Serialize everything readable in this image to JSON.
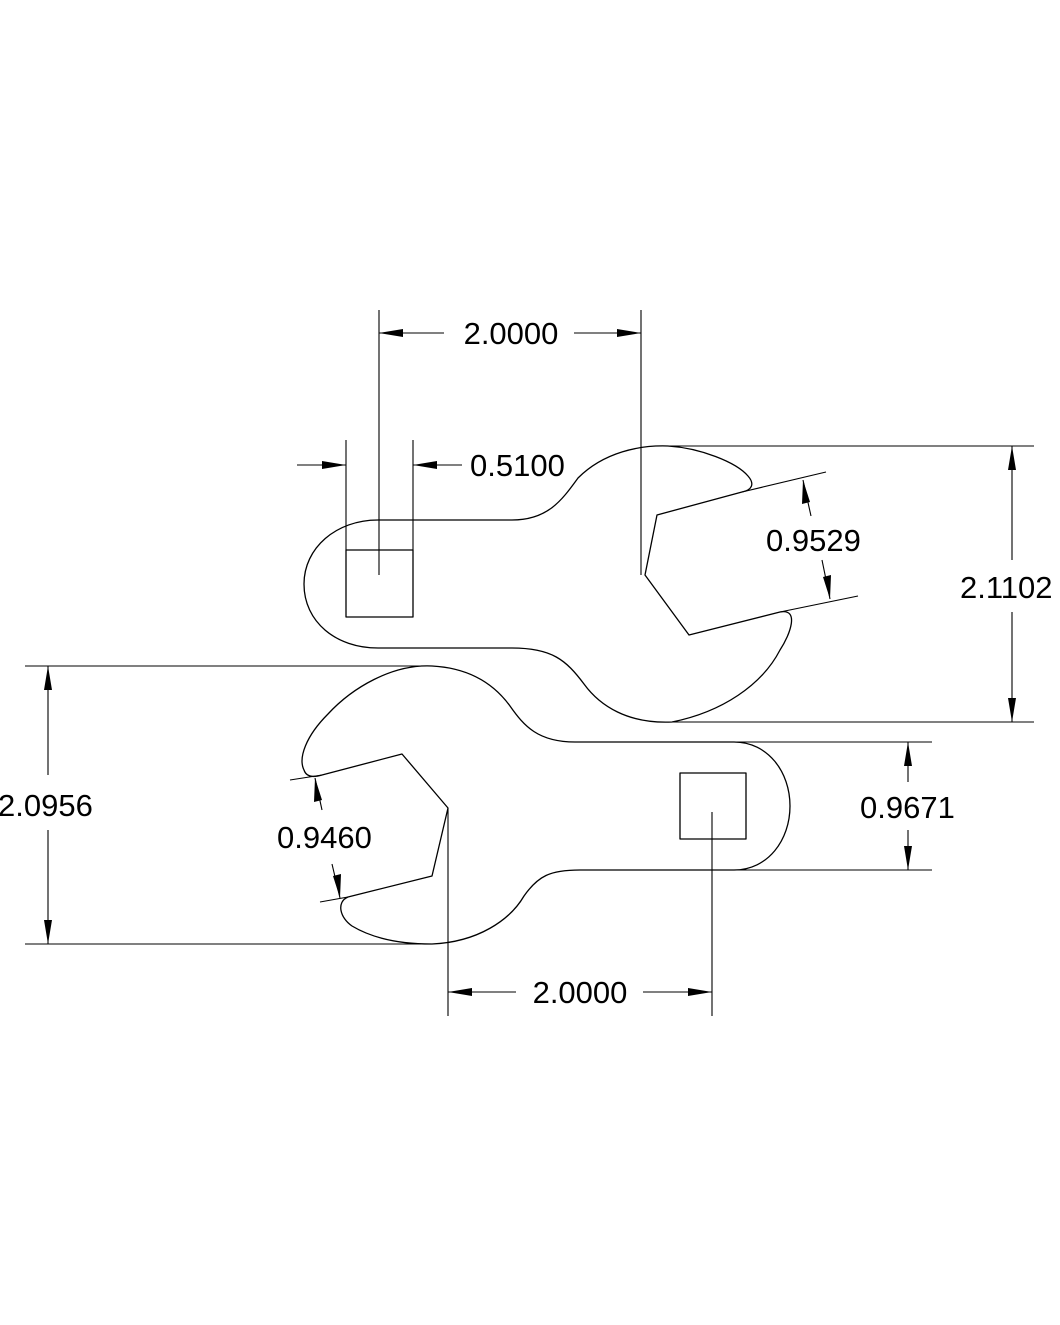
{
  "dimensions": {
    "top_center_distance": "2.0000",
    "square_drive_width": "0.5100",
    "top_jaw_opening": "0.9529",
    "top_overall_height": "2.1102",
    "bottom_overall_height": "2.0956",
    "bottom_jaw_opening": "0.9460",
    "bottom_body_height": "0.9671",
    "bottom_center_distance": "2.0000"
  }
}
